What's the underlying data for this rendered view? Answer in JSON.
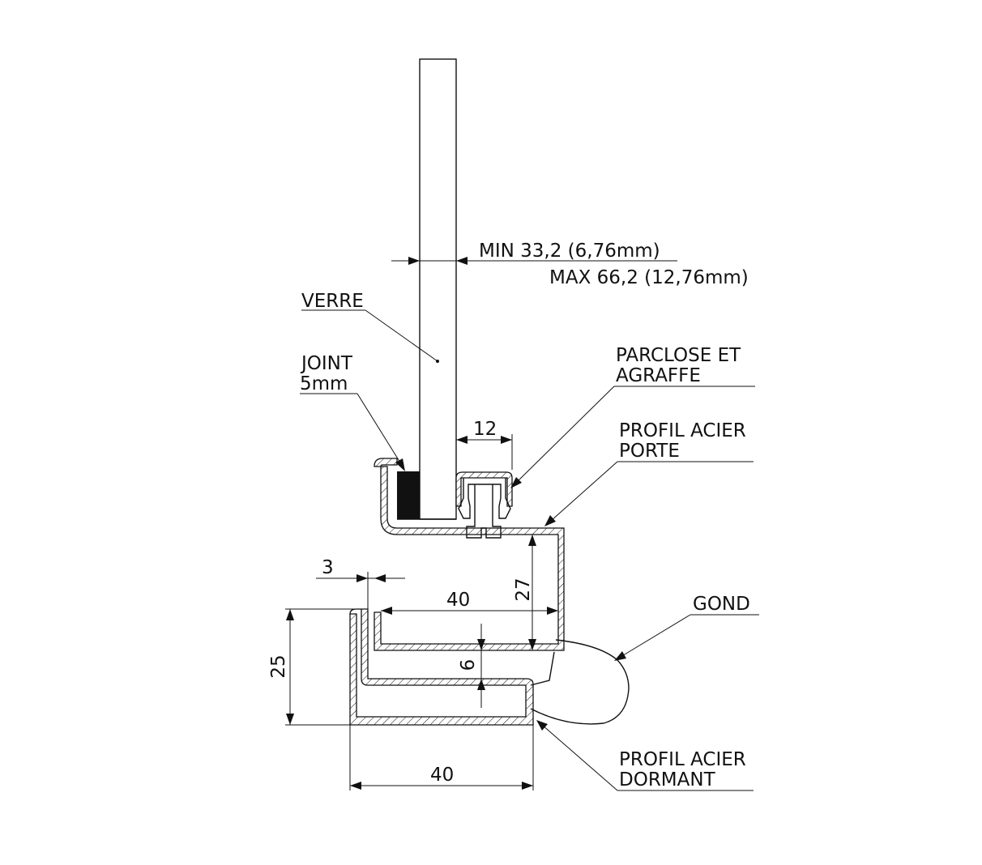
{
  "labels": {
    "verre": "VERRE",
    "joint_line1": "JOINT",
    "joint_line2": "5mm",
    "parclose_line1": "PARCLOSE ET",
    "parclose_line2": "AGRAFFE",
    "profil_porte_line1": "PROFIL ACIER",
    "profil_porte_line2": "PORTE",
    "gond": "GOND",
    "profil_dormant_line1": "PROFIL ACIER",
    "profil_dormant_line2": "DORMANT"
  },
  "dimensions": {
    "glass_min": "MIN 33,2 (6,76mm)",
    "glass_max": "MAX 66,2 (12,76mm)",
    "parclose_width": "12",
    "offset": "3",
    "porte_width": "40",
    "porte_height": "27",
    "gap": "6",
    "dormant_height": "25",
    "dormant_width": "40"
  },
  "colors": {
    "line": "#111111",
    "joint": "#111111",
    "background": "#ffffff"
  }
}
